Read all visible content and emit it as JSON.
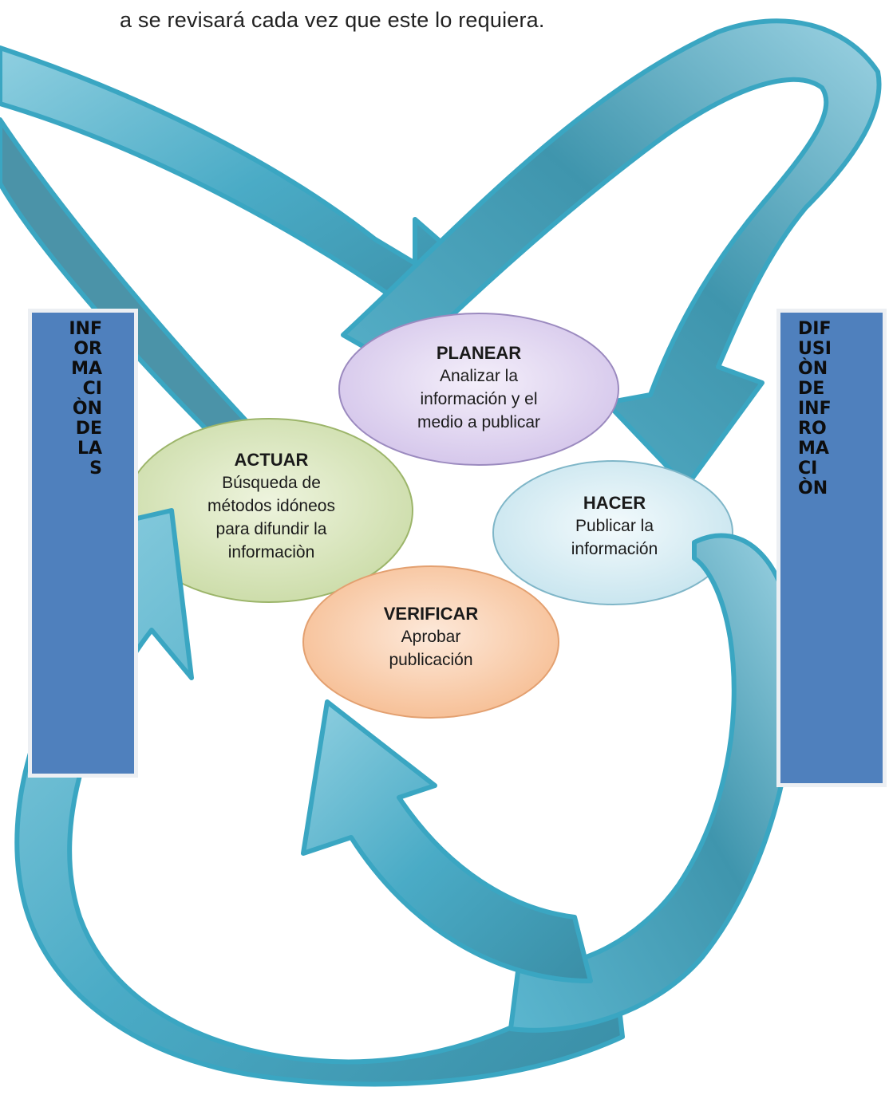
{
  "header_text": "a se revisará cada vez que este lo requiera.",
  "left_box": {
    "lines": [
      "INF",
      "OR",
      "MA",
      "CI",
      "ÒN",
      "DE",
      "LA",
      "S"
    ],
    "color": "#4f80bd"
  },
  "right_box": {
    "lines": [
      "DIF",
      "USI",
      "ÒN",
      "DE",
      "INF",
      "RO",
      "MA",
      "CI",
      "ÒN"
    ],
    "color": "#4f80bd"
  },
  "cycle": {
    "planear": {
      "title": "PLANEAR",
      "lines": [
        "Analizar la",
        "información y el",
        "medio a publicar"
      ],
      "color": "#ddd1ee"
    },
    "actuar": {
      "title": "ACTUAR",
      "lines": [
        "Búsqueda de",
        "métodos idóneos",
        "para difundir la",
        "informaciòn"
      ],
      "color": "#d3e0b3"
    },
    "hacer": {
      "title": "HACER",
      "lines": [
        "Publicar la",
        "información"
      ],
      "color": "#d6ebf2"
    },
    "verificar": {
      "title": "VERIFICAR",
      "lines": [
        "Aprobar",
        "publicación"
      ],
      "color": "#f9c8a2"
    }
  },
  "arrow_color": "#4aabc6"
}
